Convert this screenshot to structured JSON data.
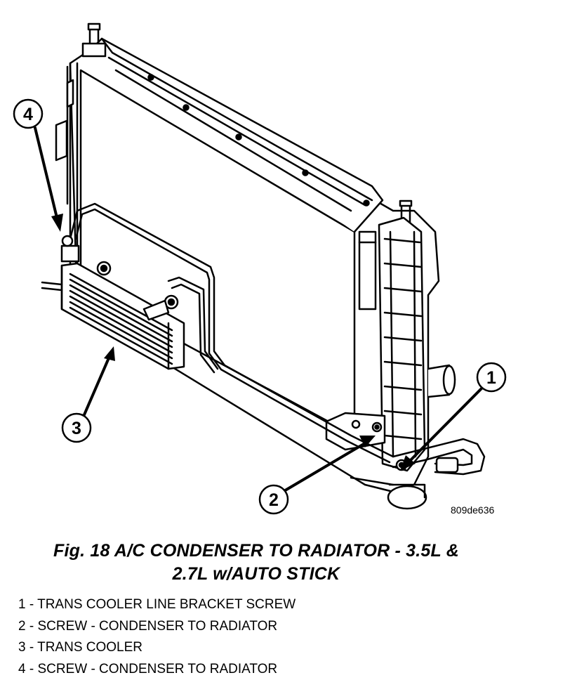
{
  "figure": {
    "ref_code": "809de636",
    "caption_line1": "Fig. 18 A/C CONDENSER TO RADIATOR - 3.5L &",
    "caption_line2": "2.7L w/AUTO STICK"
  },
  "callouts": [
    {
      "num": "1"
    },
    {
      "num": "2"
    },
    {
      "num": "3"
    },
    {
      "num": "4"
    }
  ],
  "legend": [
    "1 - TRANS COOLER LINE BRACKET SCREW",
    "2 - SCREW - CONDENSER TO RADIATOR",
    "3 - TRANS COOLER",
    "4 - SCREW - CONDENSER TO RADIATOR"
  ]
}
